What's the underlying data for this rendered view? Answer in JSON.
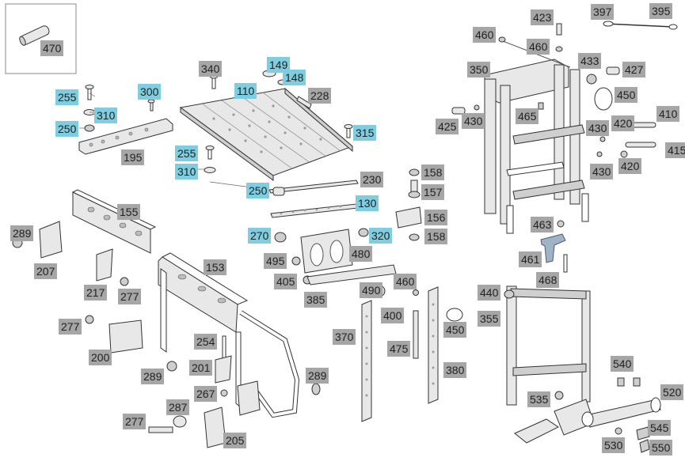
{
  "labels": [
    {
      "id": "470",
      "text": "470",
      "style": "grey"
    },
    {
      "id": "255a",
      "text": "255",
      "style": "blue"
    },
    {
      "id": "310a",
      "text": "310",
      "style": "blue"
    },
    {
      "id": "250a",
      "text": "250",
      "style": "blue"
    },
    {
      "id": "300",
      "text": "300",
      "style": "blue"
    },
    {
      "id": "195",
      "text": "195",
      "style": "grey"
    },
    {
      "id": "340",
      "text": "340",
      "style": "grey"
    },
    {
      "id": "149",
      "text": "149",
      "style": "blue"
    },
    {
      "id": "148",
      "text": "148",
      "style": "blue"
    },
    {
      "id": "110",
      "text": "110",
      "style": "blue"
    },
    {
      "id": "228",
      "text": "228",
      "style": "grey"
    },
    {
      "id": "315",
      "text": "315",
      "style": "blue"
    },
    {
      "id": "255b",
      "text": "255",
      "style": "blue"
    },
    {
      "id": "310b",
      "text": "310",
      "style": "blue"
    },
    {
      "id": "230",
      "text": "230",
      "style": "grey"
    },
    {
      "id": "250b",
      "text": "250",
      "style": "blue"
    },
    {
      "id": "130",
      "text": "130",
      "style": "blue"
    },
    {
      "id": "158a",
      "text": "158",
      "style": "grey"
    },
    {
      "id": "157",
      "text": "157",
      "style": "grey"
    },
    {
      "id": "156",
      "text": "156",
      "style": "grey"
    },
    {
      "id": "158b",
      "text": "158",
      "style": "grey"
    },
    {
      "id": "270",
      "text": "270",
      "style": "blue"
    },
    {
      "id": "320",
      "text": "320",
      "style": "blue"
    },
    {
      "id": "480",
      "text": "480",
      "style": "grey"
    },
    {
      "id": "495",
      "text": "495",
      "style": "grey"
    },
    {
      "id": "405",
      "text": "405",
      "style": "grey"
    },
    {
      "id": "385",
      "text": "385",
      "style": "grey"
    },
    {
      "id": "490",
      "text": "490",
      "style": "grey"
    },
    {
      "id": "155",
      "text": "155",
      "style": "grey"
    },
    {
      "id": "289a",
      "text": "289",
      "style": "grey"
    },
    {
      "id": "207",
      "text": "207",
      "style": "grey"
    },
    {
      "id": "217",
      "text": "217",
      "style": "grey"
    },
    {
      "id": "277a",
      "text": "277",
      "style": "grey"
    },
    {
      "id": "153",
      "text": "153",
      "style": "grey"
    },
    {
      "id": "277b",
      "text": "277",
      "style": "grey"
    },
    {
      "id": "200",
      "text": "200",
      "style": "grey"
    },
    {
      "id": "289b",
      "text": "289",
      "style": "grey"
    },
    {
      "id": "254",
      "text": "254",
      "style": "grey"
    },
    {
      "id": "201",
      "text": "201",
      "style": "grey"
    },
    {
      "id": "267",
      "text": "267",
      "style": "grey"
    },
    {
      "id": "289c",
      "text": "289",
      "style": "grey"
    },
    {
      "id": "287",
      "text": "287",
      "style": "grey"
    },
    {
      "id": "277c",
      "text": "277",
      "style": "grey"
    },
    {
      "id": "205",
      "text": "205",
      "style": "grey"
    },
    {
      "id": "400",
      "text": "400",
      "style": "grey"
    },
    {
      "id": "370",
      "text": "370",
      "style": "grey"
    },
    {
      "id": "475",
      "text": "475",
      "style": "grey"
    },
    {
      "id": "460c",
      "text": "460",
      "style": "grey"
    },
    {
      "id": "450b",
      "text": "450",
      "style": "grey"
    },
    {
      "id": "380",
      "text": "380",
      "style": "grey"
    },
    {
      "id": "423",
      "text": "423",
      "style": "grey"
    },
    {
      "id": "397",
      "text": "397",
      "style": "grey"
    },
    {
      "id": "395",
      "text": "395",
      "style": "grey"
    },
    {
      "id": "460a",
      "text": "460",
      "style": "grey"
    },
    {
      "id": "460b",
      "text": "460",
      "style": "grey"
    },
    {
      "id": "433",
      "text": "433",
      "style": "grey"
    },
    {
      "id": "427",
      "text": "427",
      "style": "grey"
    },
    {
      "id": "350",
      "text": "350",
      "style": "grey"
    },
    {
      "id": "450a",
      "text": "450",
      "style": "grey"
    },
    {
      "id": "425",
      "text": "425",
      "style": "grey"
    },
    {
      "id": "430a",
      "text": "430",
      "style": "grey"
    },
    {
      "id": "465",
      "text": "465",
      "style": "grey"
    },
    {
      "id": "430b",
      "text": "430",
      "style": "grey"
    },
    {
      "id": "420a",
      "text": "420",
      "style": "grey"
    },
    {
      "id": "410",
      "text": "410",
      "style": "grey"
    },
    {
      "id": "415",
      "text": "415",
      "style": "grey"
    },
    {
      "id": "430c",
      "text": "430",
      "style": "grey"
    },
    {
      "id": "420b",
      "text": "420",
      "style": "grey"
    },
    {
      "id": "463",
      "text": "463",
      "style": "grey"
    },
    {
      "id": "461",
      "text": "461",
      "style": "grey"
    },
    {
      "id": "468",
      "text": "468",
      "style": "grey"
    },
    {
      "id": "440",
      "text": "440",
      "style": "grey"
    },
    {
      "id": "355",
      "text": "355",
      "style": "grey"
    },
    {
      "id": "540",
      "text": "540",
      "style": "grey"
    },
    {
      "id": "520",
      "text": "520",
      "style": "grey"
    },
    {
      "id": "535",
      "text": "535",
      "style": "grey"
    },
    {
      "id": "545",
      "text": "545",
      "style": "grey"
    },
    {
      "id": "530",
      "text": "530",
      "style": "grey"
    },
    {
      "id": "550",
      "text": "550",
      "style": "grey"
    }
  ],
  "colors": {
    "grey_label": "#a6a6a6",
    "blue_label": "#7ecde0",
    "line": "#555555"
  }
}
